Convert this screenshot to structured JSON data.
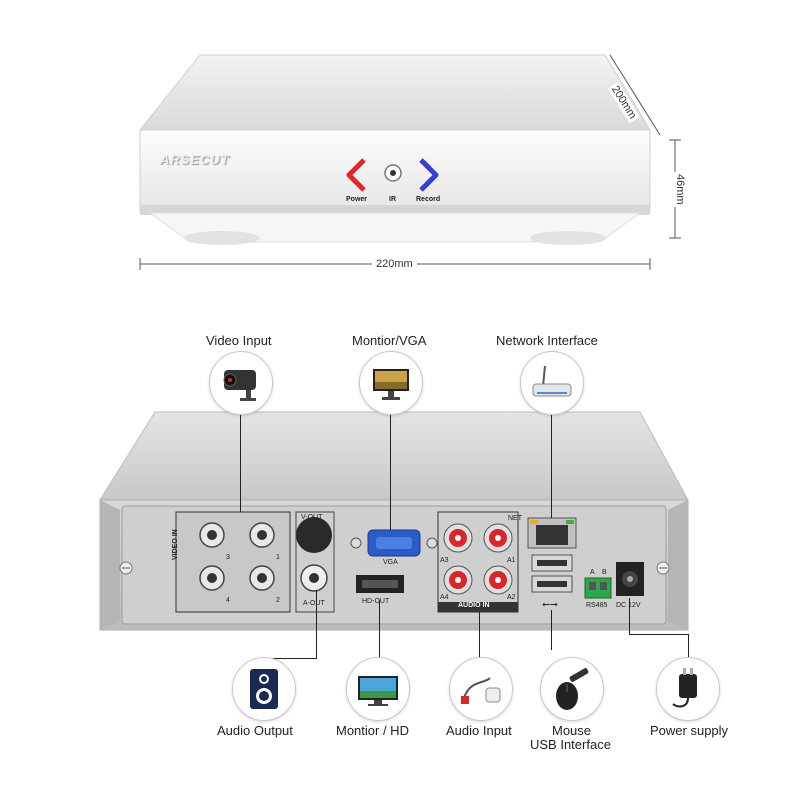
{
  "front": {
    "brand": "ARSECUT",
    "buttons": [
      "Power",
      "IR",
      "Record"
    ],
    "dimensions": {
      "width": "220mm",
      "depth": "200mm",
      "height": "46mm"
    }
  },
  "callouts_top": [
    {
      "label": "Video Input",
      "icon": "camera-icon"
    },
    {
      "label": "Montior/VGA",
      "icon": "monitor-icon"
    },
    {
      "label": "Network Interface",
      "icon": "router-icon"
    }
  ],
  "callouts_bottom": [
    {
      "label": "Audio Output",
      "icon": "speaker-icon"
    },
    {
      "label": "Montior / HD",
      "icon": "tv-icon"
    },
    {
      "label": "Audio Input",
      "icon": "microphone-icon"
    },
    {
      "label": "Mouse",
      "label2": "USB Interface",
      "icon": "mouse-icon"
    },
    {
      "label": "Power supply",
      "icon": "power-adapter-icon"
    }
  ],
  "rear_panel": {
    "video_in": "VIDEO IN",
    "channels": [
      "3",
      "1",
      "4",
      "2"
    ],
    "v_out": "V-OUT",
    "a_out": "A-OUT",
    "vga": "VGA",
    "hd_out": "HD-OUT",
    "audio_channels": [
      "A3",
      "A1",
      "A4",
      "A2"
    ],
    "audio_in": "AUDIO IN",
    "net": "NET",
    "rs485_ab": [
      "A",
      "B"
    ],
    "rs485": "RS485",
    "dc": "DC 12V"
  },
  "colors": {
    "power_arrow": "#e0262a",
    "record_arrow": "#3a3ad8",
    "vga_port": "#2a5bc9",
    "rca_red": "#d8262a"
  }
}
